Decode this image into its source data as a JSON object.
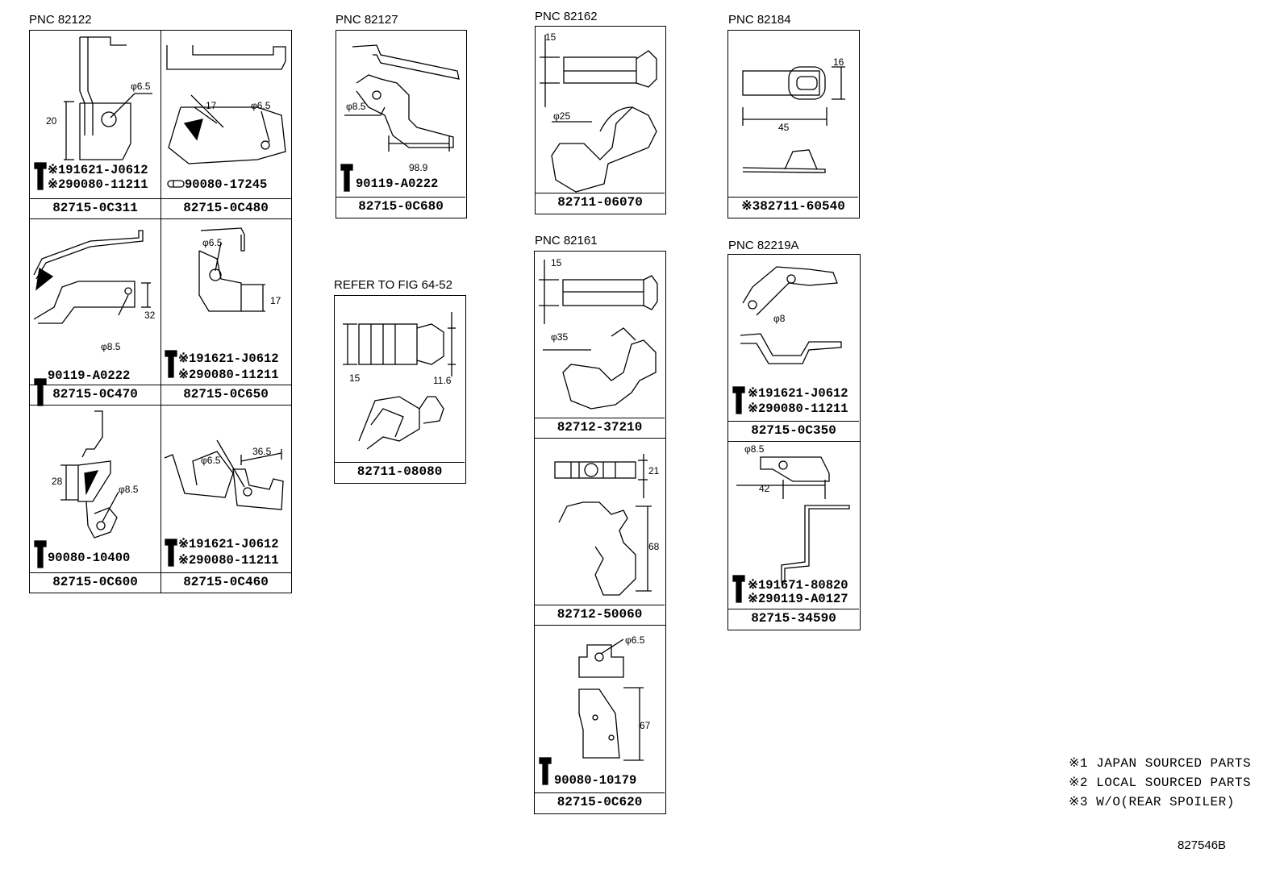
{
  "groups": {
    "g82122": {
      "title": "PNC 82122"
    },
    "g82127": {
      "title": "PNC 82127"
    },
    "g82162": {
      "title": "PNC 82162"
    },
    "g82184": {
      "title": "PNC 82184"
    },
    "g82161": {
      "title": "PNC 82161"
    },
    "g82219a": {
      "title": "PNC 82219A"
    },
    "refer": {
      "title": "REFER TO FIG 64-52"
    }
  },
  "cells": {
    "c0c311": {
      "part_no": "82715-0C311",
      "sub1": "※191621-J0612",
      "sub2": "※290080-11211",
      "dims": [
        "φ6.5",
        "20"
      ]
    },
    "c0c480": {
      "part_no": "82715-0C480",
      "sub1": "90080-17245",
      "dims": [
        "17",
        "φ6.5"
      ]
    },
    "c0c470": {
      "part_no": "82715-0C470",
      "sub1": "90119-A0222",
      "dims": [
        "32",
        "φ8.5"
      ]
    },
    "c0c650": {
      "part_no": "82715-0C650",
      "sub1": "※191621-J0612",
      "sub2": "※290080-11211",
      "dims": [
        "φ6.5",
        "17"
      ]
    },
    "c0c600": {
      "part_no": "82715-0C600",
      "sub1": "90080-10400",
      "dims": [
        "28",
        "φ8.5"
      ]
    },
    "c0c460": {
      "part_no": "82715-0C460",
      "sub1": "※191621-J0612",
      "sub2": "※290080-11211",
      "dims": [
        "φ6.5",
        "36.5"
      ]
    },
    "c0c680": {
      "part_no": "82715-0C680",
      "sub1": "90119-A0222",
      "dims": [
        "φ8.5",
        "98.9"
      ]
    },
    "c08080": {
      "part_no": "82711-08080",
      "dims": [
        "15",
        "11.6"
      ]
    },
    "c06070": {
      "part_no": "82711-06070",
      "dims": [
        "15",
        "φ25"
      ]
    },
    "c60540": {
      "part_no": "※382711-60540",
      "dims": [
        "16",
        "45"
      ]
    },
    "c37210": {
      "part_no": "82712-37210",
      "dims": [
        "15",
        "φ35"
      ]
    },
    "c50060": {
      "part_no": "82712-50060",
      "dims": [
        "21",
        "68"
      ]
    },
    "c0c620": {
      "part_no": "82715-0C620",
      "sub1": "90080-10179",
      "dims": [
        "φ6.5",
        "67"
      ]
    },
    "c0c350": {
      "part_no": "82715-0C350",
      "sub1": "※191621-J0612",
      "sub2": "※290080-11211",
      "dims": [
        "φ8"
      ]
    },
    "c34590": {
      "part_no": "82715-34590",
      "sub1": "※191671-80820",
      "sub2": "※290119-A0127",
      "dims": [
        "φ8.5",
        "42"
      ]
    }
  },
  "notes": {
    "n1": "※1 JAPAN SOURCED PARTS",
    "n2": "※2 LOCAL SOURCED PARTS",
    "n3": "※3 W/O(REAR SPOILER)"
  },
  "figure_id": "827546B",
  "icons": [
    "bolt-icon",
    "clip-icon",
    "bracket-drawing"
  ]
}
